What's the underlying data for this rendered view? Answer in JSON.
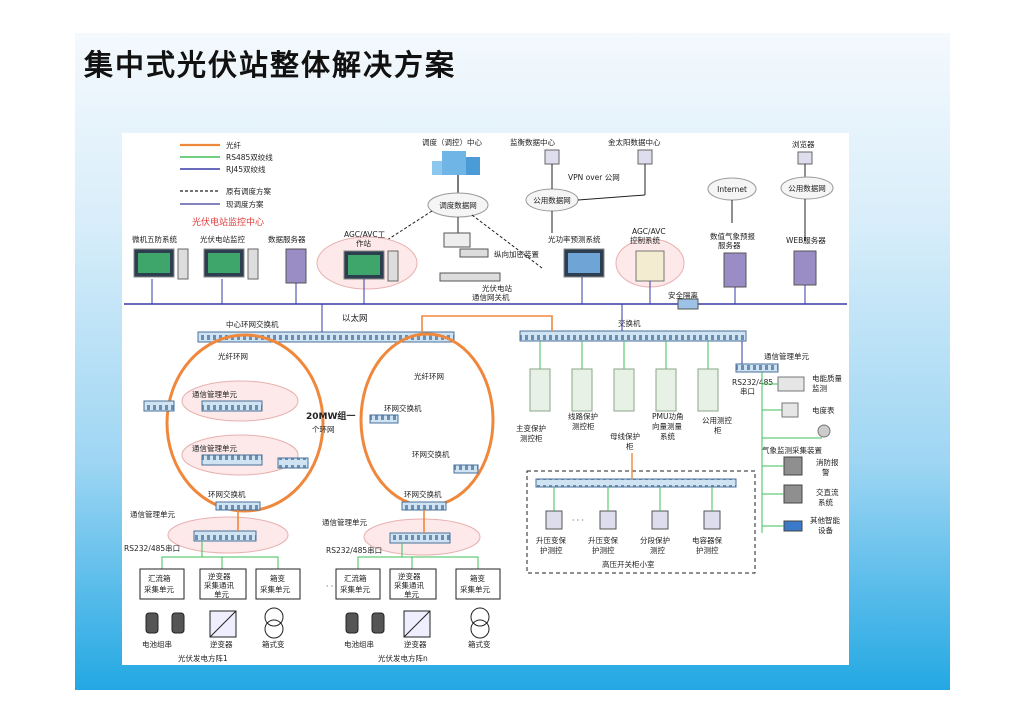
{
  "slide": {
    "title": "集中式光伏站整体解决方案"
  },
  "legend": [
    {
      "label": "光纤",
      "color": "#f0883c"
    },
    {
      "label": "RS485双绞线",
      "color": "#3fbf5a"
    },
    {
      "label": "RJ45双绞线",
      "color": "#3a3aa8"
    },
    {
      "label": "原有调度方案",
      "color": "#222222"
    },
    {
      "label": "现调度方案",
      "color": "#5a5aa8"
    }
  ],
  "monitor_center_label": "光伏电站监控中心",
  "top_nodes": {
    "dispatch_center": "调度（调控）中心",
    "supervision_center": "监衡数据中心",
    "gold_sun_center": "金太阳数据中心",
    "browser": "浏览器",
    "dispatch_network": "调度数据网",
    "vpn": "VPN over 公网",
    "public_network": "公用数据网",
    "internet": "Internet",
    "public_network_2": "公用数据网"
  },
  "stations": {
    "microcomputer_5": "微机五防系统",
    "pv_monitor": "光伏电站监控",
    "data_server": "数据服务器",
    "agc_avc_ws_line1": "AGC/AVC工",
    "agc_avc_ws_line2": "作站",
    "encryption": "纵向加密装置",
    "pv_power_forecast": "光功率预测系统",
    "agc_avc_ctrl_line1": "AGC/AVC",
    "agc_avc_ctrl_line2": "控制系统",
    "weather_line1": "数值气象预报",
    "weather_line2": "服务器",
    "web_server": "WEB服务器",
    "gateway_line1": "光伏电站",
    "gateway_line2": "通信网关机",
    "security_isolation": "安全隔离",
    "ethernet": "以太网"
  },
  "switches": {
    "center_ring": "中心环网交换机",
    "switch": "交换机",
    "comm_unit": "通信管理单元",
    "fiber_ring": "光纤环网",
    "fiber_ring_2": "光纤环网",
    "ring_switch_1": "环网交换机",
    "ring_switch_2": "环网交换机",
    "ring_switch_3": "环网交换机",
    "ring_switch_4": "环网交换机",
    "ring_note_line1": "20MW组一",
    "ring_note_line2": "个环网",
    "rs_port_right": "RS232/485",
    "rs_port_right_2": "串口"
  },
  "cabinets": [
    {
      "line1": "主变保护",
      "line2": "测控柜"
    },
    {
      "line1": "线路保护",
      "line2": "测控柜"
    },
    {
      "line1": "母线保护",
      "line2": "柜"
    },
    {
      "line1": "PMU功角",
      "line2": "向量测量",
      "line3": "系统"
    },
    {
      "line1": "公用测控",
      "line2": "柜"
    }
  ],
  "right_devices": [
    {
      "line1": "电能质量",
      "line2": "监测"
    },
    {
      "line1": "电度表",
      "line2": ""
    },
    {
      "line1": "气象监测采集装置",
      "line2": ""
    },
    {
      "line1": "消防报",
      "line2": "警"
    },
    {
      "line1": "交直流",
      "line2": "系统"
    },
    {
      "line1": "其他智能",
      "line2": "设备"
    }
  ],
  "hv_room": {
    "title": "高压开关柜小室",
    "items": [
      {
        "line1": "升压变保",
        "line2": "护测控"
      },
      {
        "line1": "升压变保",
        "line2": "护测控"
      },
      {
        "line1": "分段保护",
        "line2": "测控"
      },
      {
        "line1": "电容器保",
        "line2": "护测控"
      }
    ]
  },
  "array_left": {
    "comm_unit": "通信管理单元",
    "rs_port": "RS232/485串口",
    "combiner_line1": "汇流箱",
    "combiner_line2": "采集单元",
    "inverter_line1": "逆变器",
    "inverter_line2": "采集通讯",
    "inverter_line3": "单元",
    "box_line1": "箱变",
    "box_line2": "采集单元",
    "battery": "电池组串",
    "inverter": "逆变器",
    "box_transformer": "箱式变",
    "array_title": "光伏发电方阵1"
  },
  "array_right": {
    "comm_unit": "通信管理单元",
    "rs_port": "RS232/485串口",
    "combiner_line1": "汇流箱",
    "combiner_line2": "采集单元",
    "inverter_line1": "逆变器",
    "inverter_line2": "采集通讯",
    "inverter_line3": "单元",
    "box_line1": "箱变",
    "box_line2": "采集单元",
    "battery": "电池组串",
    "inverter": "逆变器",
    "box_transformer": "箱式变",
    "array_title": "光伏发电方阵n"
  },
  "ring_units": {
    "unit_a": "通信管理单元",
    "unit_b": "通信管理单元"
  }
}
